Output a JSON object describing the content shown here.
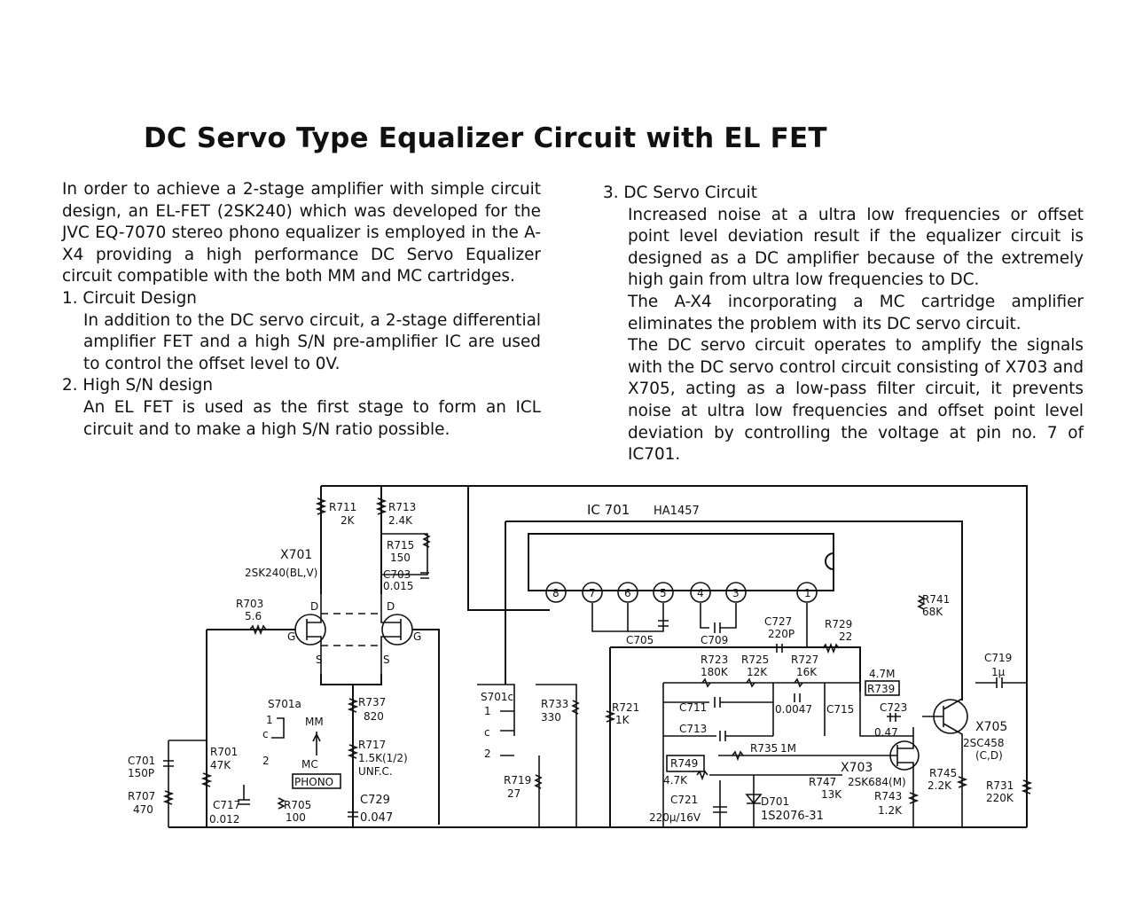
{
  "title": "DC Servo Type Equalizer Circuit with EL FET",
  "left": {
    "intro": "In order to achieve a 2-stage amplifier with simple circuit design, an EL-FET (2SK240) which was developed for the JVC EQ-7070 stereo phono equalizer is employed in the A-X4 providing a high performance DC Servo Equalizer circuit compatible with the both MM and MC cartridges.",
    "item1_heading": "1. Circuit Design",
    "item1_body": "In addition to the DC servo circuit, a 2-stage differential amplifier FET and a high S/N pre-amplifier IC are used to control the offset level to 0V.",
    "item2_heading": "2. High S/N design",
    "item2_body": "An EL FET is used as the first stage to form an ICL circuit and to make a high S/N ratio possible."
  },
  "right": {
    "item3_heading": "3. DC Servo Circuit",
    "para1": "Increased noise at a ultra low frequencies or offset point level deviation result if the equalizer circuit is designed as a DC amplifier because of the extremely high gain from ultra low frequencies to DC.",
    "para2": "The A-X4 incorporating a MC cartridge amplifier eliminates the problem with its DC servo circuit.",
    "para3": "The DC servo circuit operates to amplify the signals with the DC servo control circuit consisting of X703 and X705, acting as a low-pass filter circuit, it prevents noise at ultra low frequencies and offset point level deviation by controlling the voltage at pin no. 7 of IC701."
  },
  "schematic": {
    "ic_label": "IC 701",
    "ic_part": "HA1457",
    "ic_pins": [
      "8",
      "7",
      "6",
      "5",
      "4",
      "3",
      "1"
    ],
    "x701": "X701",
    "x701_part": "2SK240(BL,V)",
    "r711": "R711",
    "r711_val": "2K",
    "r713": "R713",
    "r713_val": "2.4K",
    "r715": "R715",
    "r715_val": "150",
    "c703": "C703",
    "c703_val": "0.015",
    "r703": "R703",
    "r703_val": "5.6",
    "d_label": "D",
    "g_label": "G",
    "s_label": "S",
    "s701a": "S701a",
    "s701c": "S701c",
    "mm": "MM",
    "mc": "MC",
    "phono": "PHONO",
    "r737": "R737",
    "r737_val": "820",
    "r717": "R717",
    "r717_val": "1.5K(1/2)",
    "r717_note": "UNF.C.",
    "r701": "R701",
    "r701_val": "47K",
    "c701": "C701",
    "c701_val": "150P",
    "r707": "R707",
    "r707_val": "470",
    "c717": "C717",
    "c717_val": "0.012",
    "r705": "R705",
    "r705_val": "100",
    "c729": "C729",
    "c729_val": "0.047",
    "r733": "R733",
    "r733_val": "330",
    "r721": "R721",
    "r721_val": "1K",
    "r719": "R719",
    "r719_val": "27",
    "c705": "C705",
    "c709": "C709",
    "c727": "C727",
    "c727_val": "220P",
    "r729": "R729",
    "r729_val": "22",
    "r723": "R723",
    "r723_val": "180K",
    "r725": "R725",
    "r725_val": "12K",
    "r727": "R727",
    "r727_val": "16K",
    "c711": "C711",
    "c713": "C713",
    "c715_val": "0.0047",
    "c715": "C715",
    "r735": "R735",
    "r735_val": "1M",
    "r749": "R749",
    "r749_val": "4.7K",
    "c721": "C721",
    "c721_val": "220μ/16V",
    "d701": "D701",
    "d701_part": "1S2076-31",
    "x703": "X703",
    "x703_part": "2SK684(M)",
    "r747": "R747",
    "r747_val": "13K",
    "r743": "R743",
    "r743_val": "1.2K",
    "r739_val": "4.7M",
    "r739": "R739",
    "c723": "C723",
    "c723_val": "0.47",
    "r741": "R741",
    "r741_val": "68K",
    "c719": "C719",
    "c719_val": "1μ",
    "x705": "X705",
    "x705_part": "2SC458",
    "x705_grade": "(C,D)",
    "r745": "R745",
    "r745_val": "2.2K",
    "r731": "R731",
    "r731_val": "220K",
    "sw1": "1",
    "sw2": "2",
    "swc": "c"
  }
}
